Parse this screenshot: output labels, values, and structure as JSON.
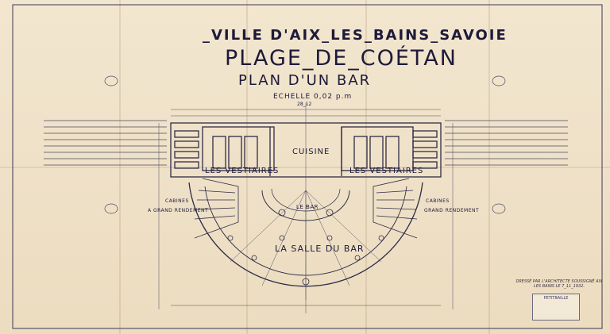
{
  "title": {
    "line1": "_VILLE D'AIX_LES_BAINS_SAVOIE",
    "line2": "PLAGE_DE_COÉTAN",
    "line3": "PLAN D'UN BAR"
  },
  "scale": {
    "label": "ECHELLE 0,02 p.m",
    "sub": "28_12"
  },
  "rooms": {
    "cuisine": "CUISINE",
    "vestiaires_left": "LES VESTIAIRES",
    "vestiaires_right": "LES VESTIAIRES",
    "bar": "LE BAR",
    "salle": "LA SALLE DU BAR",
    "cabines_left_1": "CABINES",
    "cabines_left_2": "A GRAND RENDEMENT",
    "cabines_right_1": "CABINES",
    "cabines_right_2": "GRAND RENDEMENT"
  },
  "signature": {
    "text": "DRESSÉ PAR L'ARCHITECTE SOUSSIGNÉ AIX LES BAINS LE 7_11_1932.",
    "stamp": "PETITBAILLE"
  },
  "colors": {
    "paper": "#efe2c8",
    "ink": "#1d1a3a",
    "line": "#4a4a60"
  }
}
